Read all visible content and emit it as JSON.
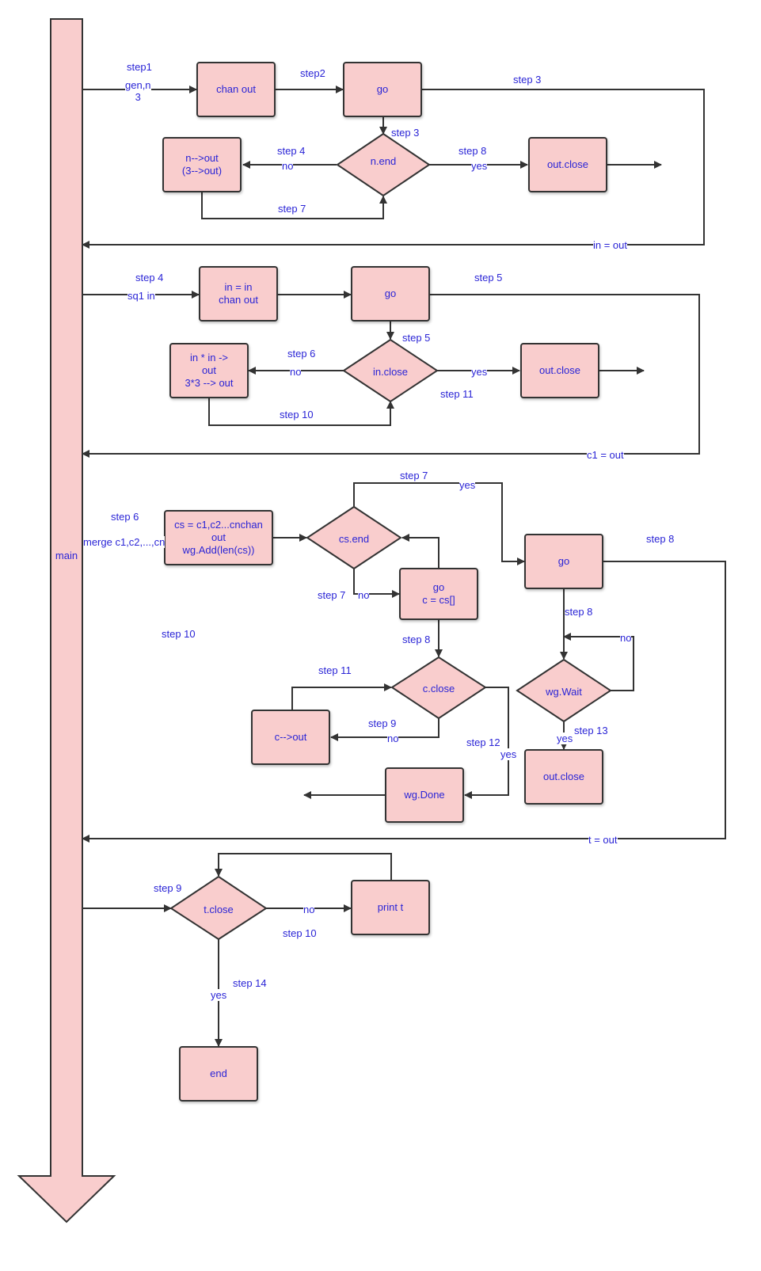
{
  "colors": {
    "fill": "#f9cdcd",
    "stroke": "#333333",
    "text": "#2a24d6"
  },
  "main_label": "main",
  "nodes": {
    "chan_out": "chan out",
    "go1": "go",
    "n_end": "n.end",
    "n_out": "n-->out\n(3-->out)",
    "out_close1": "out.close",
    "in_chan_out": "in = in\nchan out",
    "go2": "go",
    "in_close": "in.close",
    "in_mult": "in * in ->\nout\n3*3 --> out",
    "out_close2": "out.close",
    "cs_box": "cs = c1,c2...cnchan\nout\nwg.Add(len(cs))",
    "cs_end": "cs.end",
    "go_c": "go\nc = cs[]",
    "go3": "go",
    "c_close": "c.close",
    "c_out": "c-->out",
    "wg_wait": "wg.Wait",
    "wg_done": "wg.Done",
    "out_close3": "out.close",
    "t_close": "t.close",
    "print_t": "print t",
    "end": "end"
  },
  "labels": {
    "step1": "step1",
    "gen_n": "gen,n\n3",
    "step2": "step2",
    "step3a": "step 3",
    "step3b": "step 3",
    "step4a": "step 4",
    "no1": "no",
    "step8a": "step 8",
    "yes1": "yes",
    "step7a": "step 7",
    "in_out": "in = out",
    "step4b": "step 4",
    "sq1_in": "sq1 in",
    "step5a": "step 5",
    "step5b": "step 5",
    "step6a": "step 6",
    "no2": "no",
    "yes2": "yes",
    "step11a": "step 11",
    "step10a": "step 10",
    "c1_out": "c1 = out",
    "step7b": "step 7",
    "yes3": "yes",
    "step6b": "step 6",
    "merge": "merge c1,c2,...,cn",
    "step8b": "step 8",
    "step7c": "step 7",
    "no3": "no",
    "step10b": "step 10",
    "step8c": "step 8",
    "step8d": "step 8",
    "no4": "no",
    "step11b": "step 11",
    "step9a": "step 9",
    "no5": "no",
    "step12": "step 12",
    "yes4": "yes",
    "step13": "step 13",
    "yes5": "yes",
    "t_out": "t = out",
    "step9b": "step 9",
    "no6": "no",
    "step10c": "step 10",
    "step14": "step 14",
    "yes6": "yes"
  }
}
